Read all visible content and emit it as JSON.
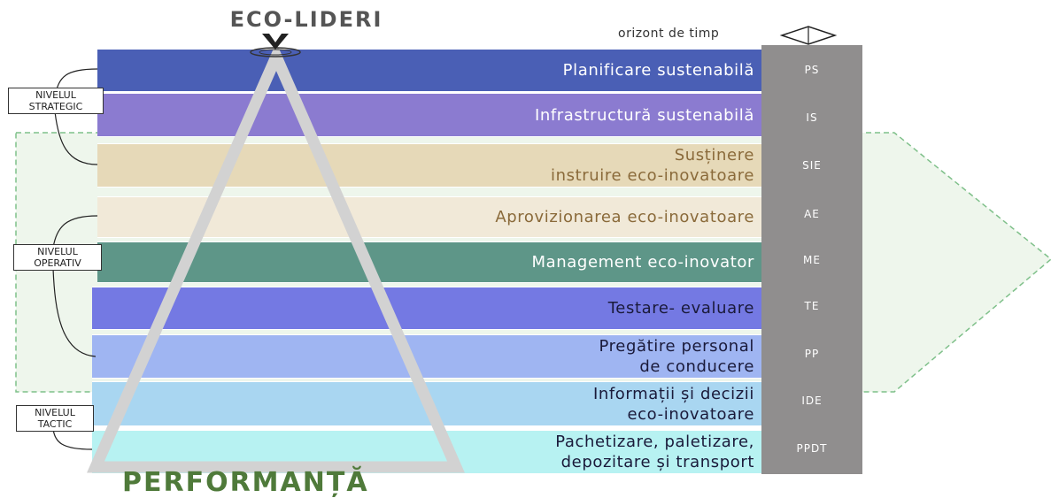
{
  "top_title": "ECO-LIDERI",
  "bottom_title": "PERFORMANȚĂ",
  "horizon_label": "orizont de timp",
  "levels": [
    {
      "line1": "NIVELUL",
      "line2": "STRATEGIC"
    },
    {
      "line1": "NIVELUL",
      "line2": "OPERATIV"
    },
    {
      "line1": "NIVELUL",
      "line2": "TACTIC"
    }
  ],
  "bands": [
    {
      "lines": [
        "Planificare sustenabilă"
      ],
      "code": "PS",
      "color": "#4a5fb5",
      "text_color": "#ffffff"
    },
    {
      "lines": [
        "Infrastructură sustenabilă"
      ],
      "code": "IS",
      "color": "#8b7bd0",
      "text_color": "#ffffff"
    },
    {
      "lines": [
        "Susținere",
        "instruire eco-inovatoare"
      ],
      "code": "SIE",
      "color": "#e6d9b8",
      "text_color": "#8a6a3a"
    },
    {
      "lines": [
        "Aprovizionarea eco-inovatoare"
      ],
      "code": "AE",
      "color": "#f1e9d8",
      "text_color": "#8a6a3a"
    },
    {
      "lines": [
        "Management eco-inovator"
      ],
      "code": "ME",
      "color": "#5e9688",
      "text_color": "#ffffff"
    },
    {
      "lines": [
        "Testare- evaluare"
      ],
      "code": "TE",
      "color": "#7479e3",
      "text_color": "#1a1a3a"
    },
    {
      "lines": [
        "Pregătire personal",
        "de conducere"
      ],
      "code": "PP",
      "color": "#9fb5f2",
      "text_color": "#1a1a3a"
    },
    {
      "lines": [
        "Informații și decizii",
        "eco-inovatoare"
      ],
      "code": "IDE",
      "color": "#a9d6f1",
      "text_color": "#1a1a3a"
    },
    {
      "lines": [
        "Pachetizare, paletizare,",
        "depozitare și transport"
      ],
      "code": "PPDT",
      "color": "#b7f2f2",
      "text_color": "#1a1a3a"
    }
  ],
  "colors": {
    "column": "#908e8e",
    "arrow_border": "#7fc08a",
    "pyramid": "#cfcfcf",
    "bottom_title": "#4f7a3a"
  }
}
